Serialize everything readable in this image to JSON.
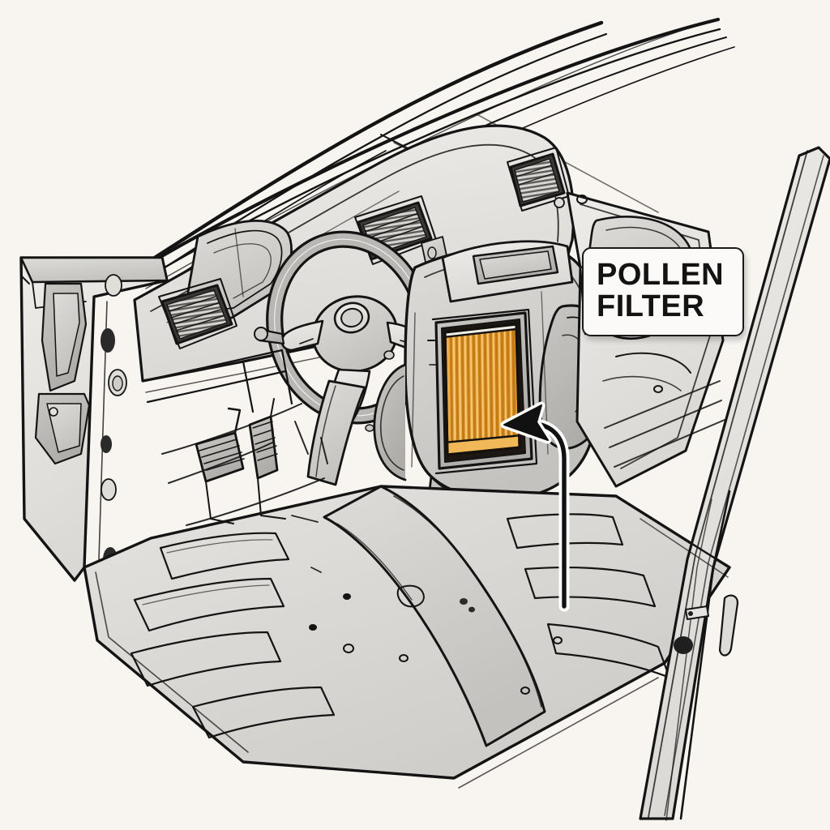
{
  "illustration": {
    "title": "Car interior cutaway showing pollen filter location",
    "style": "technical line drawing",
    "background_color": "#f8f5f1",
    "ink_color": "#141414",
    "panel_fill_light": "#e6e4e0",
    "panel_fill_mid": "#cfcdc9",
    "panel_fill_dark": "#b4b2ae"
  },
  "callout": {
    "line1": "POLLEN",
    "line2": "FILTER",
    "box_color": "#fbfaf8",
    "text_color": "#131313",
    "border_color": "#1a1a1a"
  },
  "highlight": {
    "part_name": "pollen filter",
    "color_light": "#f2b košt",
    "color_primary": "#e8a33c",
    "color_pleat_dark": "#c87f1c",
    "color_pleat_light": "#f5c468",
    "pleat_count": 13,
    "outline": "#15110c"
  },
  "leader": {
    "stroke": "#111111",
    "halo": "#ffffff",
    "arrow_target": "pollen filter"
  },
  "components": [
    {
      "name": "windshield-frame"
    },
    {
      "name": "a-pillar"
    },
    {
      "name": "roof-rail"
    },
    {
      "name": "dashboard"
    },
    {
      "name": "air-vent-left"
    },
    {
      "name": "air-vent-center"
    },
    {
      "name": "air-vent-right"
    },
    {
      "name": "steering-wheel"
    },
    {
      "name": "steering-column"
    },
    {
      "name": "instrument-cluster"
    },
    {
      "name": "center-console"
    },
    {
      "name": "hvac-housing"
    },
    {
      "name": "blower-motor"
    },
    {
      "name": "brake-pedal"
    },
    {
      "name": "accelerator-pedal"
    },
    {
      "name": "floor-pan"
    },
    {
      "name": "transmission-tunnel"
    },
    {
      "name": "door-sill"
    },
    {
      "name": "rocker-panel"
    },
    {
      "name": "firewall"
    }
  ]
}
